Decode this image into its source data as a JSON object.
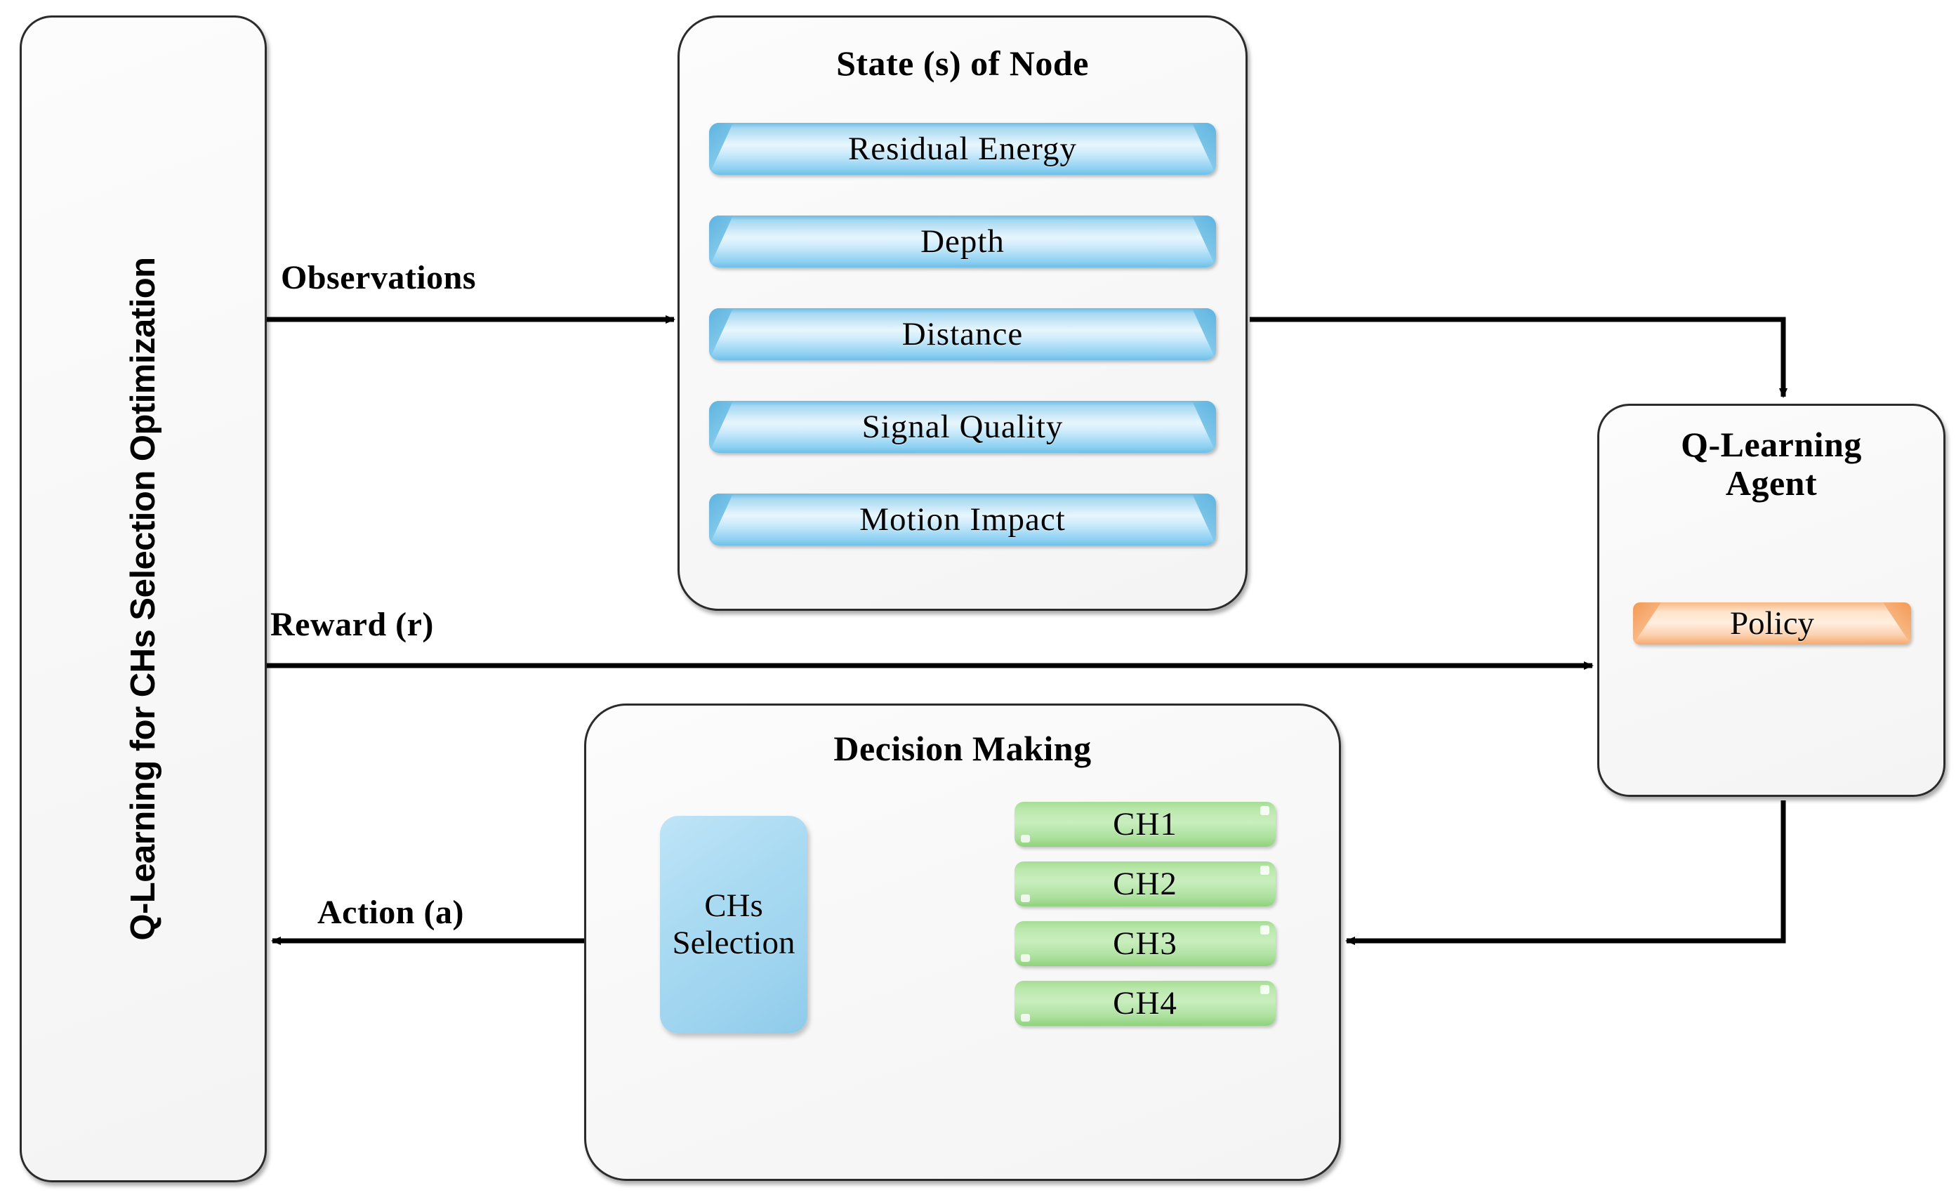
{
  "diagram": {
    "title": "Q-Learning for CHs Selection Optimization",
    "left_panel": {
      "label": "Q-Learning for CHs Selection Optimization"
    },
    "state_panel": {
      "title": "State (s) of Node",
      "items": [
        {
          "label": "Residual  Energy"
        },
        {
          "label": "Depth"
        },
        {
          "label": "Distance"
        },
        {
          "label": "Signal  Quality"
        },
        {
          "label": "Motion Impact"
        }
      ]
    },
    "decision_panel": {
      "title": "Decision Making",
      "selection_box": {
        "line1": "CHs",
        "line2": "Selection"
      },
      "cluster_heads": [
        {
          "label": "CH1"
        },
        {
          "label": "CH2"
        },
        {
          "label": "CH3"
        },
        {
          "label": "CH4"
        }
      ]
    },
    "agent_panel": {
      "title_line1": "Q-Learning",
      "title_line2": "Agent",
      "policy": {
        "label": "Policy"
      }
    },
    "edges": [
      {
        "id": "observations",
        "label": "Observations",
        "direction": "left-to-right",
        "style": "solid"
      },
      {
        "id": "reward",
        "label": "Reward (r)",
        "direction": "left-to-right",
        "style": "solid"
      },
      {
        "id": "action",
        "label": "Action (a)",
        "direction": "right-to-left",
        "style": "solid"
      }
    ],
    "colors": {
      "state_pill": "#8ed1f2",
      "ch_pill": "#a5dd94",
      "policy_pill": "#f8b884",
      "selection_box": "#a9daf2",
      "panel_border": "#2b2b2b",
      "panel_fill": "#f8f8f8",
      "wire": "#000000"
    }
  }
}
